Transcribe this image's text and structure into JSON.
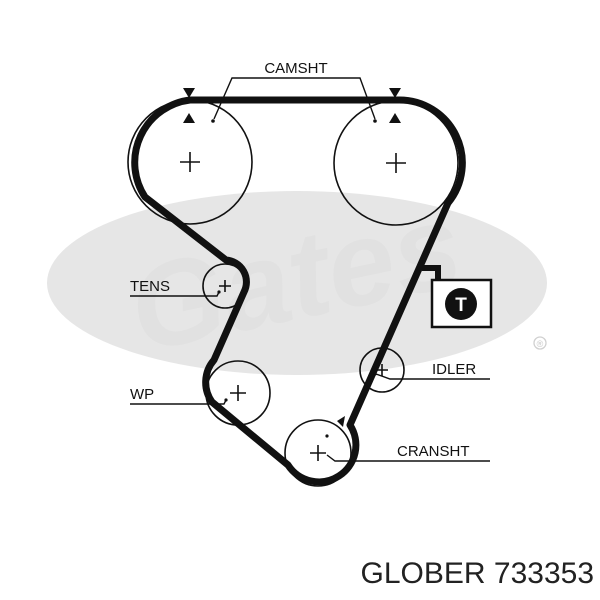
{
  "watermark": {
    "text": "Gates",
    "registered_mark": "®",
    "color": "#e1e1e1"
  },
  "labels": {
    "camshaft": "CAMSHT",
    "tensioner": "TENS",
    "water_pump": "WP",
    "idler": "IDLER",
    "crankshaft": "CRANSHT"
  },
  "tension_badge": "T",
  "footer": {
    "brand": "GLOBER",
    "part_number": "733353"
  },
  "colors": {
    "belt": "#111111",
    "lines": "#111111",
    "text": "#111111",
    "footer": "#222222"
  }
}
